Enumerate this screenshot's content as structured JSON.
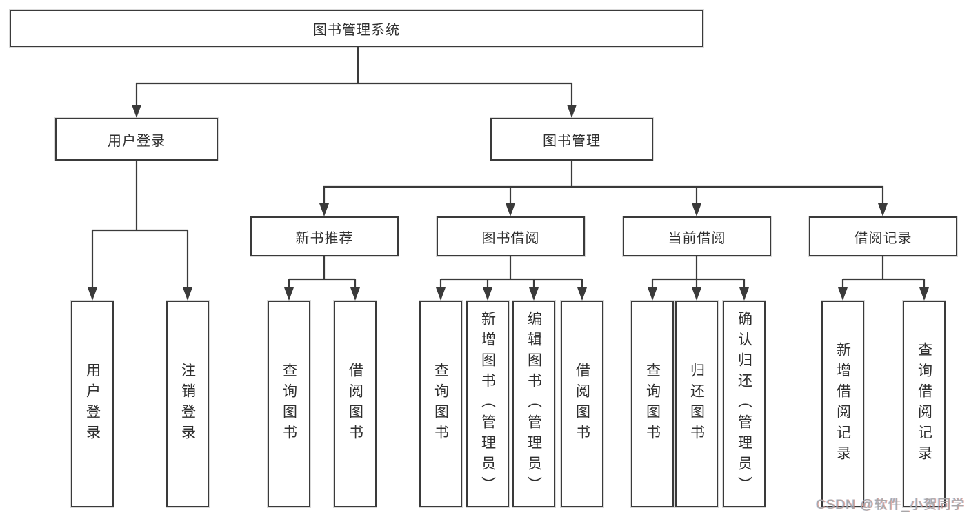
{
  "diagram": {
    "root": {
      "label": "图书管理系统"
    },
    "user_login_branch": {
      "label": "用户登录",
      "children": [
        "用户登录",
        "注销登录"
      ]
    },
    "book_mgmt_branch": {
      "label": "图书管理",
      "sections": [
        {
          "label": "新书推荐",
          "children": [
            "查询图书",
            "借阅图书"
          ]
        },
        {
          "label": "图书借阅",
          "children": [
            "查询图书",
            "新增图书（管理员）",
            "编辑图书（管理员）",
            "借阅图书"
          ]
        },
        {
          "label": "当前借阅",
          "children": [
            "查询图书",
            "归还图书",
            "确认归还（管理员）"
          ]
        },
        {
          "label": "借阅记录",
          "children": [
            "新增借阅记录",
            "查询借阅记录"
          ]
        }
      ]
    },
    "colors": {
      "line": "#3a3a3a",
      "box_border": "#3a3a3a",
      "text": "#2f2f2f",
      "background": "#ffffff"
    }
  },
  "watermark": {
    "text": "CSDN @软件_小贺同学"
  }
}
